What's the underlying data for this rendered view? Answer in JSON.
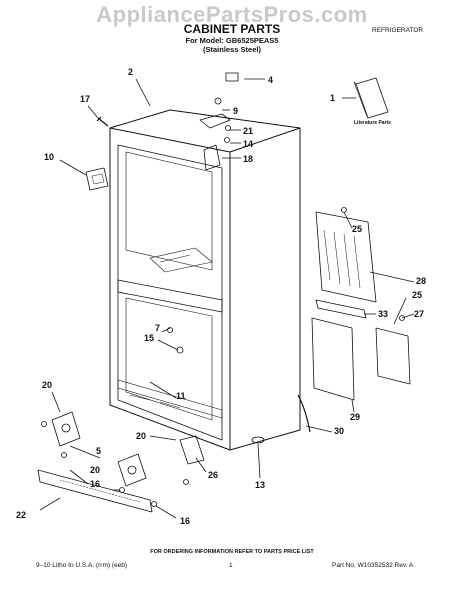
{
  "watermark": "AppliancePartsPros.com",
  "header": {
    "title": "CABINET PARTS",
    "model": "For Model: GB6525PEAS5",
    "variant": "(Stainless Steel)",
    "category": "REFRIGERATOR"
  },
  "literature_label": "Literature Parts",
  "callouts": [
    "1",
    "2",
    "4",
    "9",
    "17",
    "21",
    "14",
    "10",
    "18",
    "25",
    "28",
    "25",
    "33",
    "27",
    "7",
    "15",
    "20",
    "11",
    "29",
    "30",
    "5",
    "20",
    "26",
    "16",
    "13",
    "22",
    "16",
    "20"
  ],
  "footer": {
    "order_note": "FOR ORDERING INFORMATION REFER TO PARTS PRICE LIST",
    "litho": "9–10 Litho In U.S.A. (rrm) (eeb)",
    "page_number": "1",
    "part_number": "Part No. W10352532 Rev. A"
  }
}
